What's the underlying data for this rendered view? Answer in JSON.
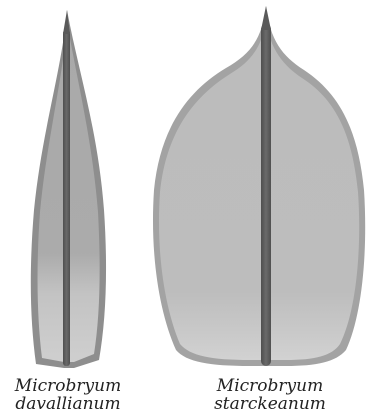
{
  "specimens": [
    {
      "genus": "Microbryum",
      "species": "davallianum"
    },
    {
      "genus": "Microbryum",
      "species": "starckeanum"
    }
  ],
  "colors": {
    "blade_outer": "#8d8d8d",
    "blade_inner": "#a9a9a9",
    "blade_base": "#c6c6c6",
    "costa": "#5d5d5d",
    "caption_text": "#222222"
  }
}
